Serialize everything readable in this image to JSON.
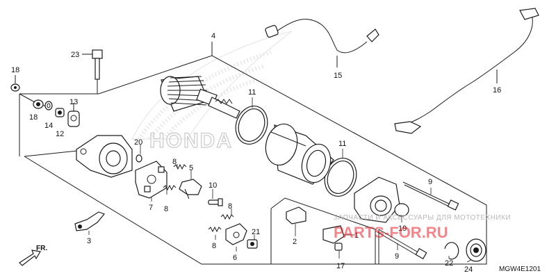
{
  "brand_watermark": "HONDA",
  "shop_watermark": "ЗАПЧАСТИ И АКСЕССУАРЫ ДЛЯ МОТОТЕХНИКИ",
  "shop_logo": "PARTS-FOR.RU",
  "direction_label": "FR.",
  "diagram_code": "MGW4E1201",
  "callouts": {
    "c1": "1",
    "c2": "2",
    "c3": "3",
    "c4": "4",
    "c5": "5",
    "c6": "6",
    "c7": "7",
    "c8a": "8",
    "c8b": "8",
    "c8c": "8",
    "c8d": "8",
    "c9a": "9",
    "c9b": "9",
    "c10": "10",
    "c11a": "11",
    "c11b": "11",
    "c12": "12",
    "c13": "13",
    "c14": "14",
    "c15": "15",
    "c16": "16",
    "c17": "17",
    "c18a": "18",
    "c18b": "18",
    "c19": "19",
    "c20": "20",
    "c21": "21",
    "c22": "22",
    "c23": "23",
    "c24": "24"
  }
}
